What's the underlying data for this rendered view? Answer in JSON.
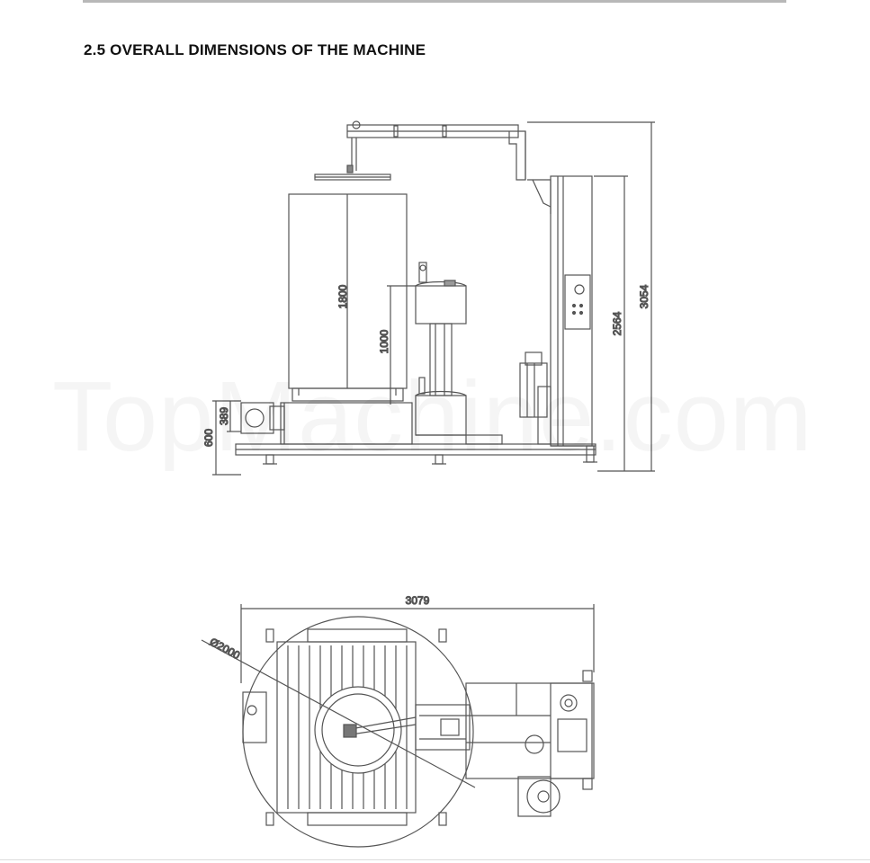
{
  "document": {
    "section_heading": "2.5 OVERALL DIMENSIONS OF THE MACHINE",
    "watermark": "TopMachine.com"
  },
  "side_view": {
    "dims": {
      "overall_height": "3054",
      "mast_height": "2564",
      "load_height": "1800",
      "carriage_height": "1000",
      "base_height": "600",
      "turntable_height": "389"
    }
  },
  "top_view": {
    "dims": {
      "overall_length": "3079",
      "turntable_diameter": "Ø2000"
    }
  }
}
